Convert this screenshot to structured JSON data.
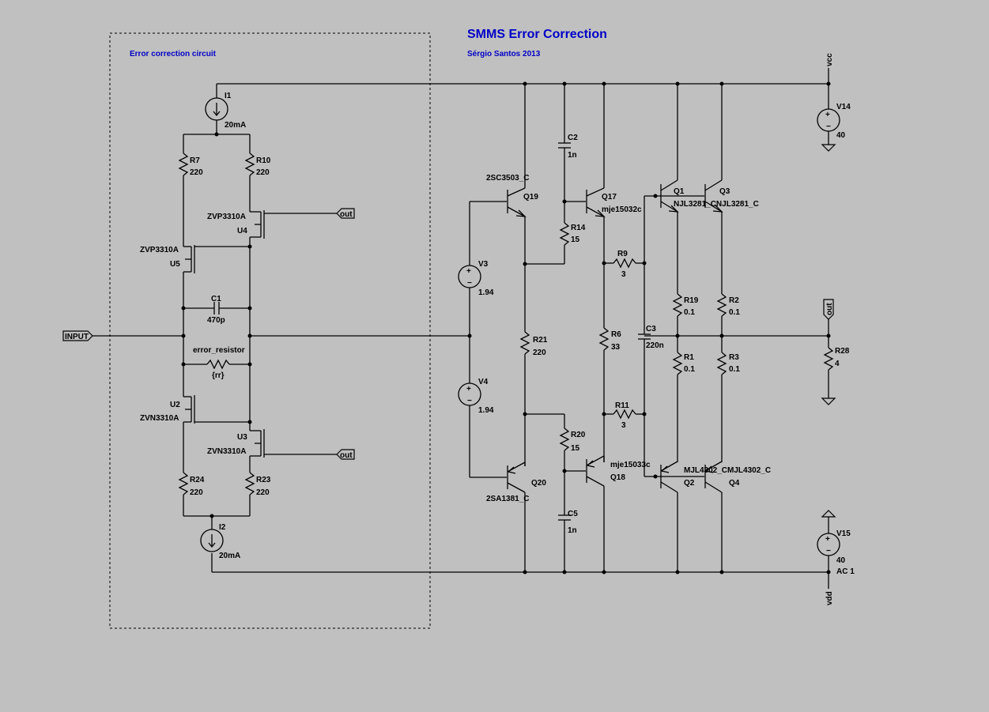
{
  "title": "SMMS Error Correction",
  "author": "Sérgio Santos 2013",
  "box_label": "Error correction circuit",
  "nets": {
    "vcc": "vcc",
    "vdd": "vdd",
    "out": "out",
    "input": "INPUT",
    "ac": "AC 1"
  },
  "parts": {
    "I1": "I1",
    "I1_val": "20mA",
    "I2": "I2",
    "I2_val": "20mA",
    "R7": "R7",
    "R7_val": "220",
    "R10": "R10",
    "R10_val": "220",
    "R24": "R24",
    "R24_val": "220",
    "R23": "R23",
    "R23_val": "220",
    "U4": "U4",
    "U4_model": "ZVP3310A",
    "U5": "U5",
    "U5_model": "ZVP3310A",
    "U2": "U2",
    "U2_model": "ZVN3310A",
    "U3": "U3",
    "U3_model": "ZVN3310A",
    "C1": "C1",
    "C1_val": "470p",
    "err": "error_resistor",
    "err_val": "{rr}",
    "V3": "V3",
    "V3_val": "1.94",
    "V4": "V4",
    "V4_val": "1.94",
    "Q19": "Q19",
    "Q19_model": "2SC3503_C",
    "Q20": "Q20",
    "Q20_model": "2SA1381_C",
    "R21": "R21",
    "R21_val": "220",
    "C2": "C2",
    "C2_val": "1n",
    "C5": "C5",
    "C5_val": "1n",
    "R14": "R14",
    "R14_val": "15",
    "R20": "R20",
    "R20_val": "15",
    "Q17": "Q17",
    "Q17_model": "mje15032c",
    "Q18": "Q18",
    "Q18_model": "mje15033c",
    "R9": "R9",
    "R9_val": "3",
    "R11": "R11",
    "R11_val": "3",
    "R6": "R6",
    "R6_val": "33",
    "C3": "C3",
    "C3_val": "220n",
    "Q1": "Q1",
    "Q3": "Q3",
    "Q13_model": "NJL3281_CNJL3281_C",
    "Q2": "Q2",
    "Q4": "Q4",
    "Q24_model": "MJL4302_CMJL4302_C",
    "R19": "R19",
    "R19_val": "0.1",
    "R2": "R2",
    "R2_val": "0.1",
    "R1": "R1",
    "R1_val": "0.1",
    "R3": "R3",
    "R3_val": "0.1",
    "R28": "R28",
    "R28_val": "4",
    "V14": "V14",
    "V14_val": "40",
    "V15": "V15",
    "V15_val": "40"
  }
}
